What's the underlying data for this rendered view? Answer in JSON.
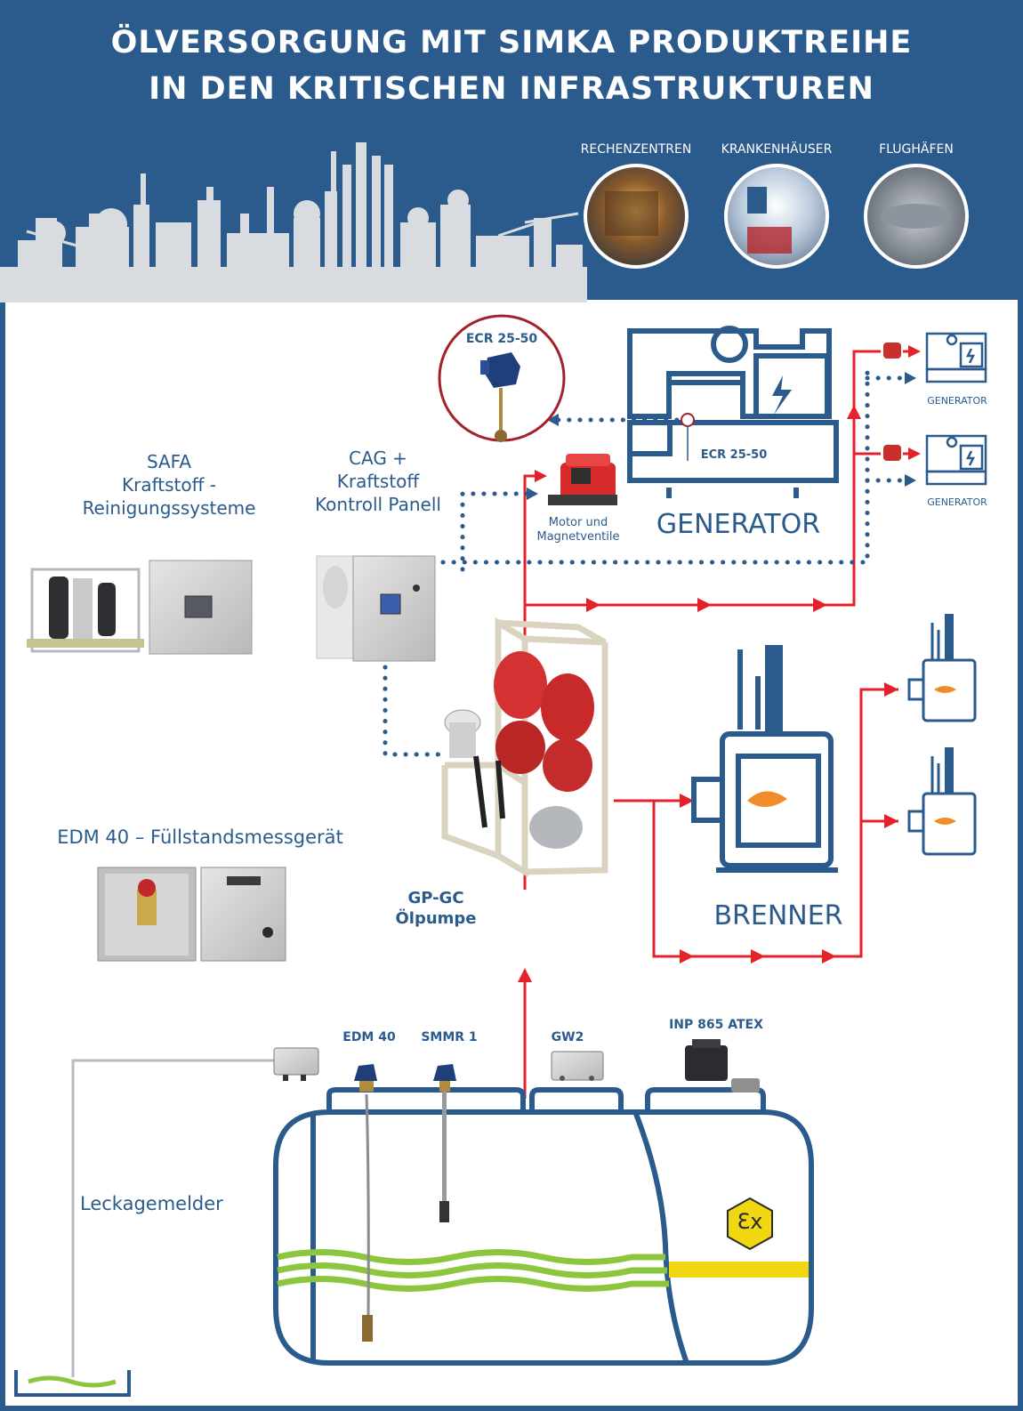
{
  "header": {
    "title_line1": "ÖLVERSORGUNG MIT SIMKA PRODUKTREIHE",
    "title_line2": "IN DEN KRITISCHEN INFRASTRUKTUREN",
    "categories": [
      "RECHENZENTREN",
      "KRANKENHÄUSER",
      "FLUGHÄFEN"
    ]
  },
  "labels": {
    "ecr_top": "ECR 25-50",
    "ecr_generator": "ECR 25-50",
    "safa": [
      "SAFA",
      "Kraftstoff -",
      "Reinigungssysteme"
    ],
    "cag": [
      "CAG +",
      "Kraftstoff",
      "Kontroll Panell"
    ],
    "motor": [
      "Motor und",
      "Magnetventile"
    ],
    "generator": "GENERATOR",
    "generator_small_1": "GENERATOR",
    "generator_small_2": "GENERATOR",
    "edm_title": "EDM 40 – Füllstandsmessgerät",
    "pump": [
      "GP-GC",
      "Ölpumpe"
    ],
    "brenner": "BRENNER",
    "edm40": "EDM 40",
    "smmr": "SMMR 1",
    "gw2": "GW2",
    "inp": "INP 865 ATEX",
    "leak": "Leckagemelder",
    "ex_symbol": "Ɛx"
  },
  "colors": {
    "header_blue": "#2a5b8c",
    "text_blue": "#2a5b8c",
    "pipe_red": "#e4222b",
    "level_green": "#8cc63f",
    "level_yellow": "#f0d712",
    "skyline_gray": "#d8dbe0"
  }
}
